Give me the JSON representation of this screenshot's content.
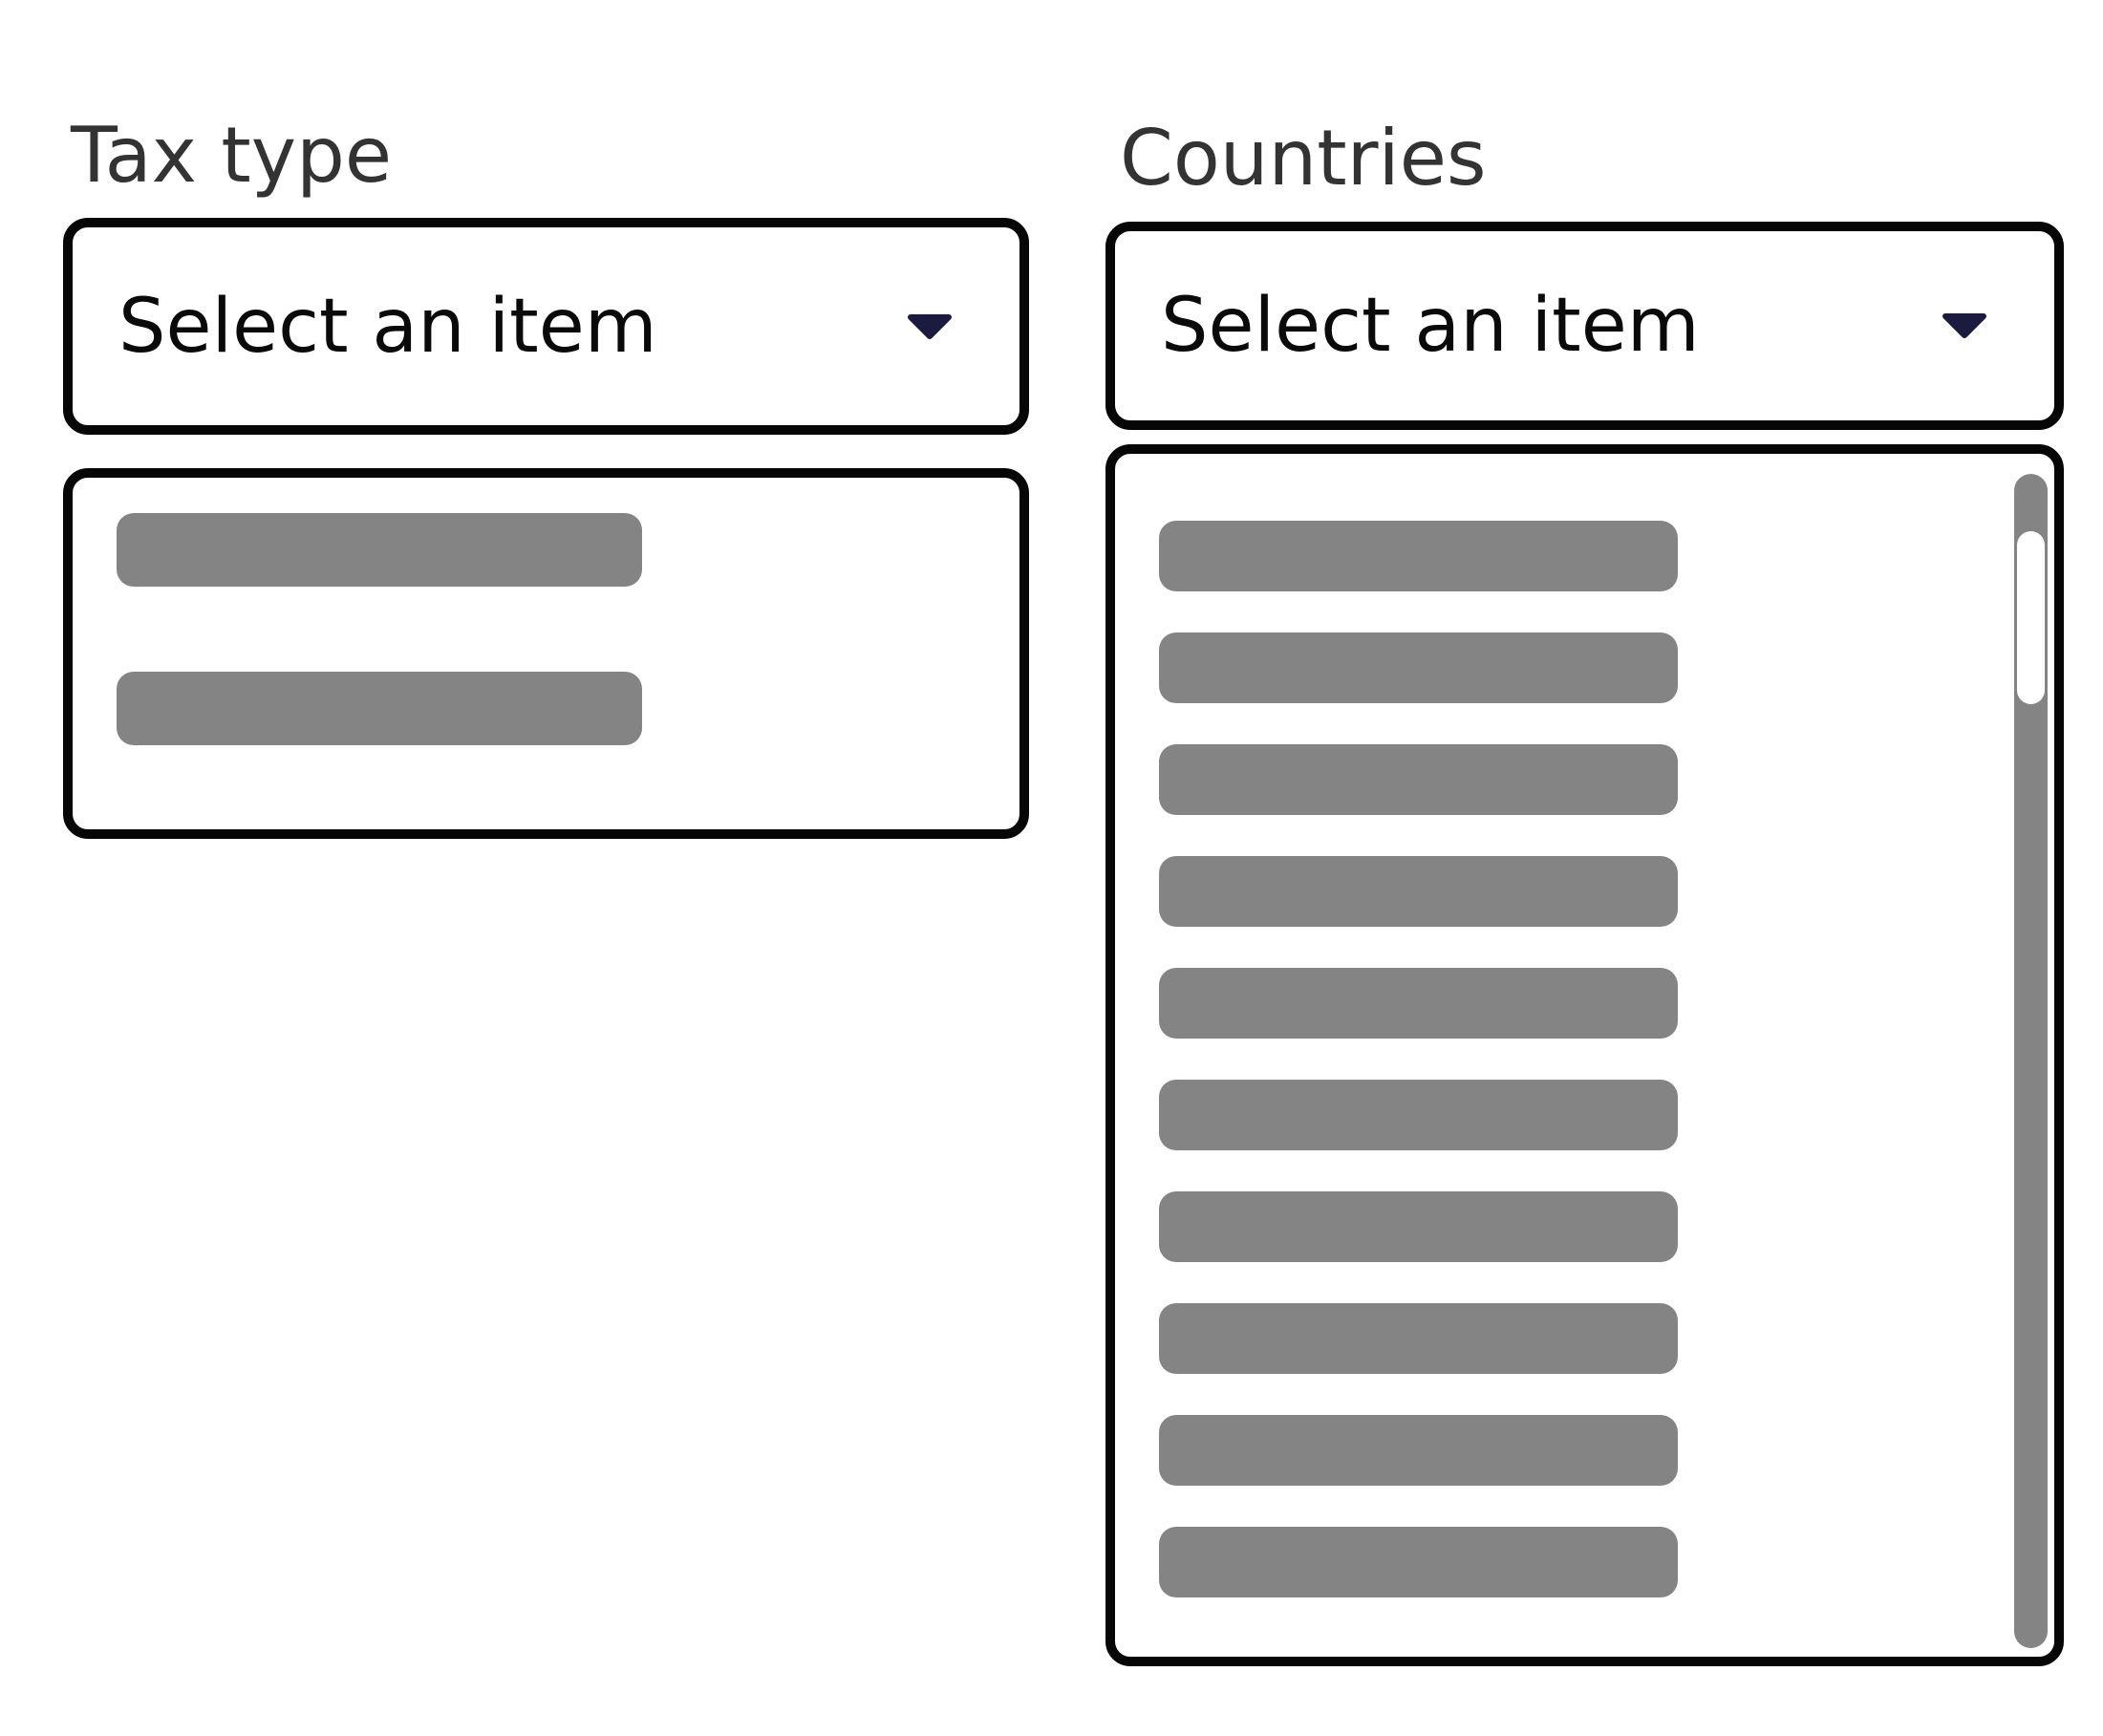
{
  "colors": {
    "border": "#060606",
    "label-text": "#333333",
    "select-text": "#0a0a0a",
    "caret": "#1b1b40",
    "skeleton": "#848484",
    "scroll-track": "#848484",
    "scroll-thumb": "#ffffff",
    "page-bg": "#ffffff"
  },
  "icons": {
    "select_caret": "caret-down"
  },
  "fields": {
    "tax_type": {
      "label": "Tax type",
      "selected_value": "Select an item",
      "options_skeleton_count": 2
    },
    "countries": {
      "label": "Countries",
      "selected_value": "Select an item",
      "options_skeleton_count": 10,
      "has_scrollbar": true
    }
  }
}
